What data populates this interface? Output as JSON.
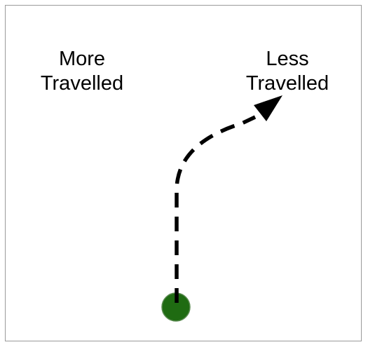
{
  "diagram": {
    "left_label": {
      "line1": "More",
      "line2": "Travelled"
    },
    "right_label": {
      "line1": "Less",
      "line2": "Travelled"
    },
    "start_marker": {
      "fill_color": "#1f6b12",
      "stroke_color": "#5a8a50"
    },
    "path": {
      "color": "#000000",
      "style": "dashed",
      "arrowhead": "filled-triangle"
    }
  }
}
